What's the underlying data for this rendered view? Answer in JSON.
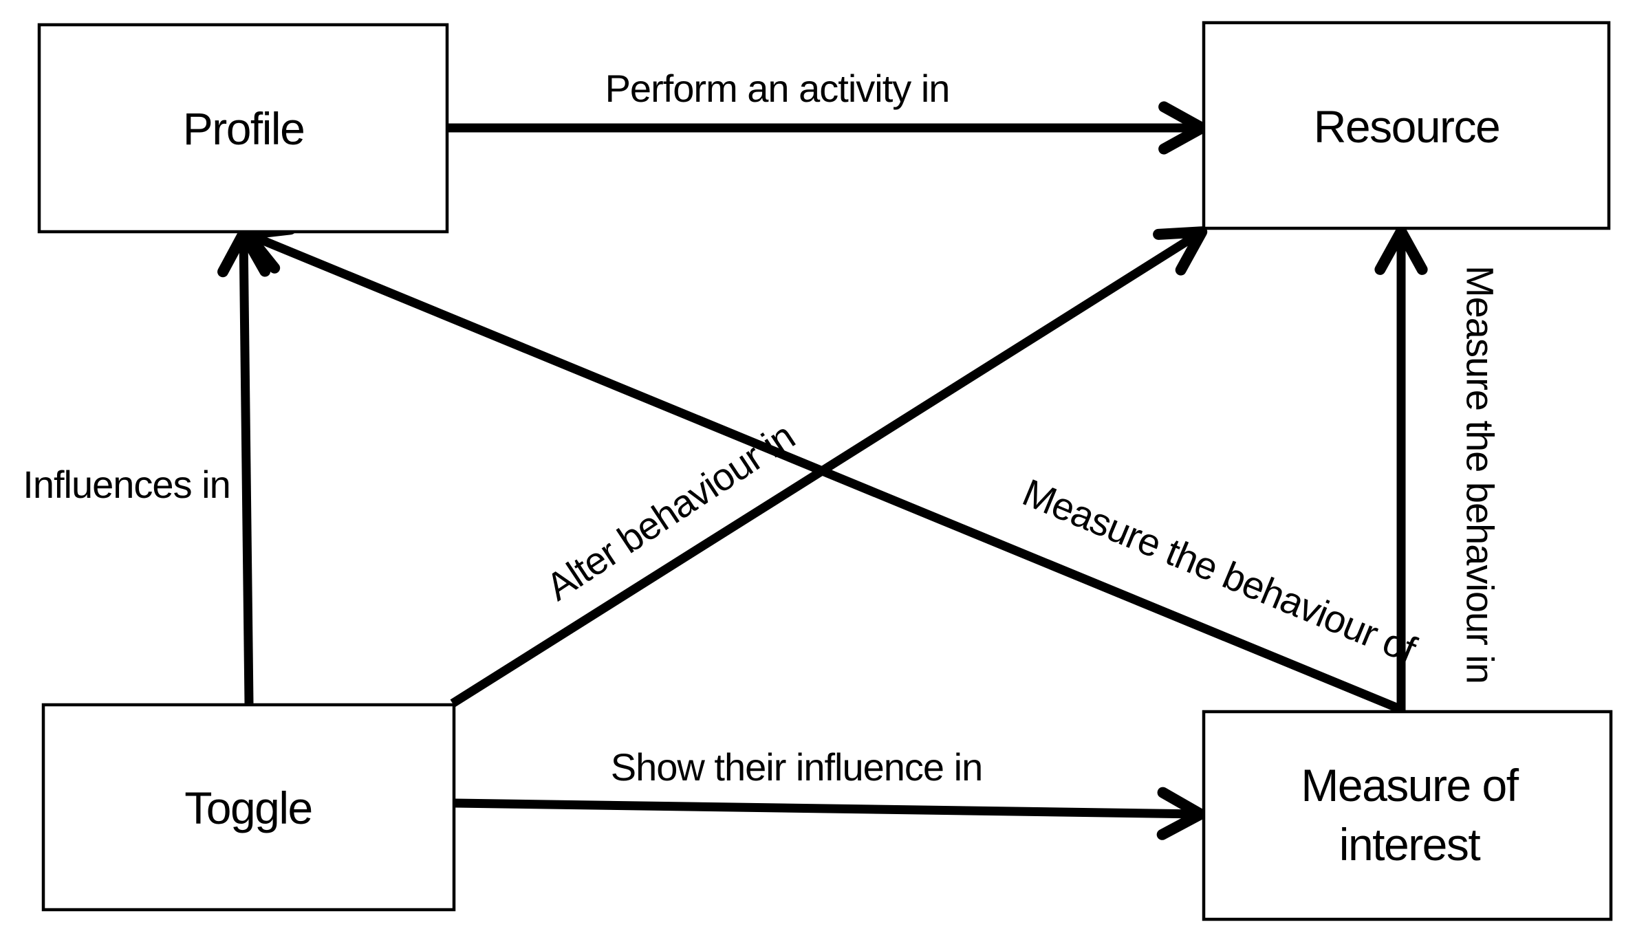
{
  "diagram": {
    "background_color": "#ffffff",
    "line_color": "#000000",
    "text_color": "#000000",
    "nodes": {
      "profile": {
        "label": "Profile"
      },
      "resource": {
        "label": "Resource"
      },
      "toggle": {
        "label": "Toggle"
      },
      "measure_of_interest": {
        "label_line1": "Measure of",
        "label_line2": "interest"
      }
    },
    "edges": {
      "perform": {
        "label": "Perform an activity in",
        "from": "Profile",
        "to": "Resource"
      },
      "influences": {
        "label": "Influences in",
        "from": "Toggle",
        "to": "Profile"
      },
      "alter": {
        "label": "Alter behaviour in",
        "from": "Toggle",
        "to": "Resource"
      },
      "measure_behaviour_of": {
        "label": "Measure the behaviour of",
        "from": "Measure of interest",
        "to": "Profile"
      },
      "show_influence": {
        "label": "Show their influence in",
        "from": "Toggle",
        "to": "Measure of interest"
      },
      "measure_behaviour_in": {
        "label": "Measure the behaviour in",
        "from": "Measure of interest",
        "to": "Resource"
      }
    }
  }
}
